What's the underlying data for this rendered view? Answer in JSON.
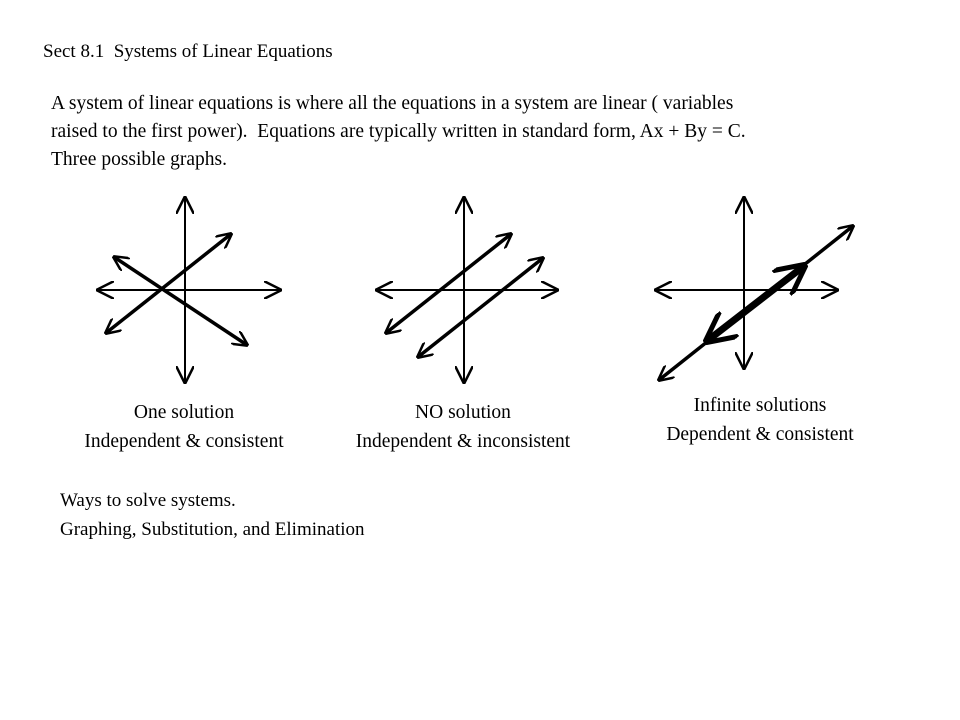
{
  "header": {
    "title": "Sect 8.1  Systems of Linear Equations"
  },
  "intro": {
    "line1": "A system of linear equations is where all the equations in a system are linear ( variables",
    "line2": "raised to the first power).  Equations are typically written in standard form, Ax + By = C.",
    "line3": "Three possible graphs."
  },
  "graphs": [
    {
      "label": "One solution",
      "sublabel": "Independent & consistent"
    },
    {
      "label": "NO solution",
      "sublabel": "Independent & inconsistent"
    },
    {
      "label": "Infinite solutions",
      "sublabel": "Dependent & consistent"
    }
  ],
  "ways": {
    "heading": "Ways to solve systems.",
    "methods": "Graphing, Substitution, and Elimination"
  },
  "colors": {
    "ink": "#000000",
    "background": "#ffffff"
  }
}
